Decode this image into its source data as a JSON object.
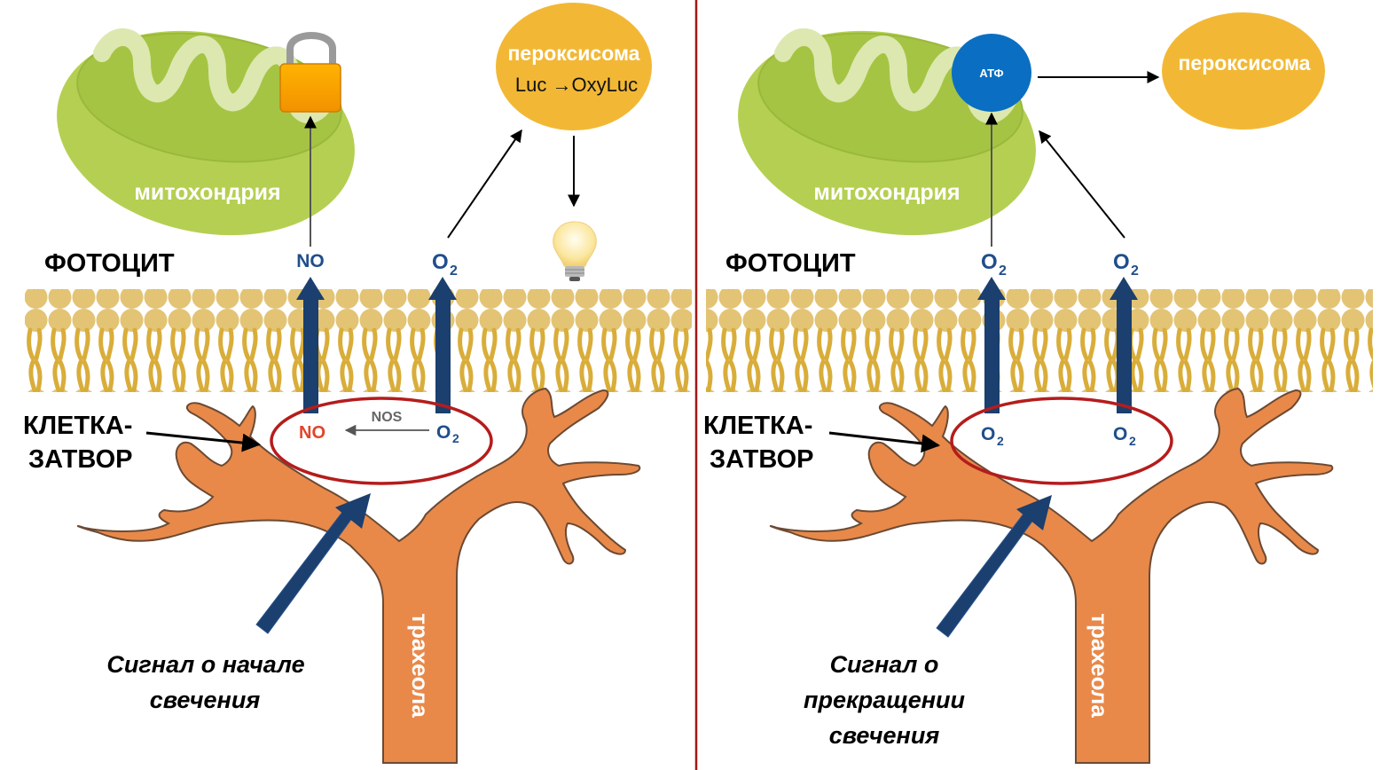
{
  "colors": {
    "mitochondria": "#b5cf52",
    "mitochondria_inner": "#a6c443",
    "cristae": "#dce8b0",
    "peroxisome": "#f2b835",
    "atp": "#0a6fc2",
    "membrane": "#e3c475",
    "membrane_tail": "#d9ad3a",
    "trachea": "#e8894a",
    "trachea_outline": "#6b4a33",
    "big_arrow": "#1b3f6e",
    "gate_ellipse": "#b51c1c",
    "divider": "#a31515",
    "lock_body": "#f5a300",
    "lock_shackle": "#9a9a9a"
  },
  "left_panel": {
    "mitochondria_label": "митохондрия",
    "lock_icon": "padlock-icon",
    "peroxisome_label": "пероксисома",
    "peroxisome_reaction": "Luc →OxyLuc",
    "lightbulb_icon": "lightbulb-icon",
    "photocyte_label": "ФОТОЦИТ",
    "membrane_no_label": "NO",
    "membrane_o2_label": "O",
    "membrane_o2_sub": "2",
    "gate_cell_label_line1": "КЛЕТКА-",
    "gate_cell_label_line2": "ЗАТВОР",
    "gate_no_label": "NO",
    "gate_enzyme_label": "NOS",
    "gate_o2_label": "O",
    "gate_o2_sub": "2",
    "tracheole_label": "трахеола",
    "signal_line1": "Сигнал о начале",
    "signal_line2": "свечения"
  },
  "right_panel": {
    "mitochondria_label": "митохондрия",
    "atp_label": "АТФ",
    "peroxisome_label": "пероксисома",
    "photocyte_label": "ФОТОЦИТ",
    "membrane_o2_a": "O",
    "membrane_o2_a_sub": "2",
    "membrane_o2_b": "O",
    "membrane_o2_b_sub": "2",
    "gate_cell_label_line1": "КЛЕТКА-",
    "gate_cell_label_line2": "ЗАТВОР",
    "gate_o2_a": "O",
    "gate_o2_a_sub": "2",
    "gate_o2_b": "O",
    "gate_o2_b_sub": "2",
    "tracheole_label": "трахеола",
    "signal_line1": "Сигнал о",
    "signal_line2": "прекращении",
    "signal_line3": "свечения"
  }
}
